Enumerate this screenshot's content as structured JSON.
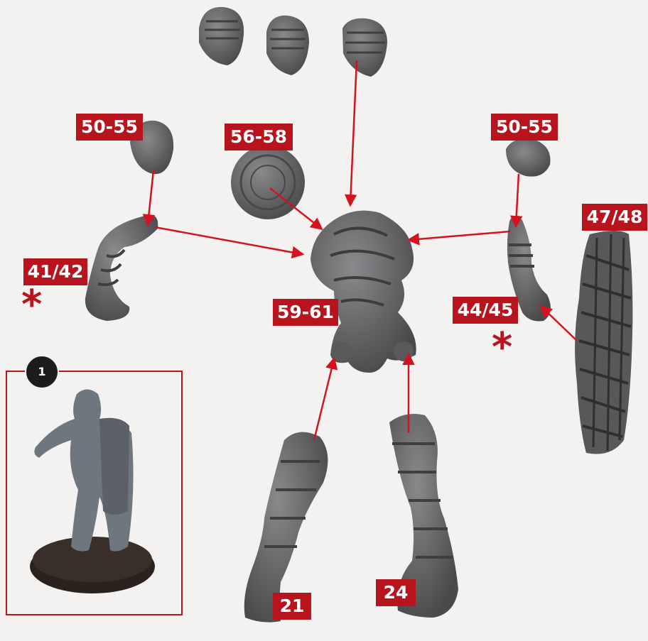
{
  "labels": {
    "top_partial": "",
    "left_hand": "50-55",
    "right_hand": "50-55",
    "shield": "56-58",
    "left_arm": "41/42",
    "right_arm": "44/45",
    "backpack": "47/48",
    "torso": "59-61",
    "left_leg": "21",
    "right_leg": "24"
  },
  "marks": {
    "left_star": "*",
    "right_star": "*"
  },
  "inset": {
    "step_number": "1"
  },
  "colors": {
    "label_red": "#b8141e",
    "part_grey": "#5f5f62",
    "background": "#f3f2f0"
  }
}
